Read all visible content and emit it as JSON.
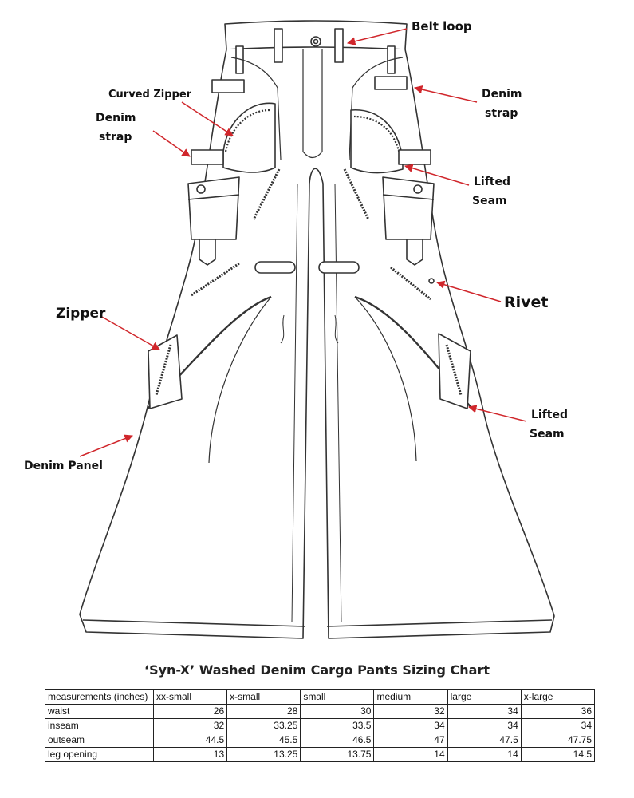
{
  "labels": {
    "belt_loop": "Belt loop",
    "curved_zipper": "Curved Zipper",
    "denim_strap_left": [
      "Denim",
      "strap"
    ],
    "denim_strap_right": [
      "Denim",
      "strap"
    ],
    "lifted_seam_upper": [
      "Lifted",
      "Seam"
    ],
    "lifted_seam_lower": [
      "Lifted",
      "Seam"
    ],
    "rivet": "Rivet",
    "zipper": "Zipper",
    "denim_panel": "Denim Panel"
  },
  "colors": {
    "arrow": "#d0262b",
    "line": "#333333",
    "text": "#111111"
  },
  "chart": {
    "title": "‘Syn-X’ Washed Denim Cargo Pants Sizing Chart",
    "headers": [
      "measurements (inches)",
      "xx-small",
      "x-small",
      "small",
      "medium",
      "large",
      "x-large"
    ],
    "rows": [
      {
        "label": "waist",
        "values": [
          "26",
          "28",
          "30",
          "32",
          "34",
          "36"
        ]
      },
      {
        "label": "inseam",
        "values": [
          "32",
          "33.25",
          "33.5",
          "34",
          "34",
          "34"
        ]
      },
      {
        "label": "outseam",
        "values": [
          "44.5",
          "45.5",
          "46.5",
          "47",
          "47.5",
          "47.75"
        ]
      },
      {
        "label": "leg opening",
        "values": [
          "13",
          "13.25",
          "13.75",
          "14",
          "14",
          "14.5"
        ]
      }
    ]
  }
}
